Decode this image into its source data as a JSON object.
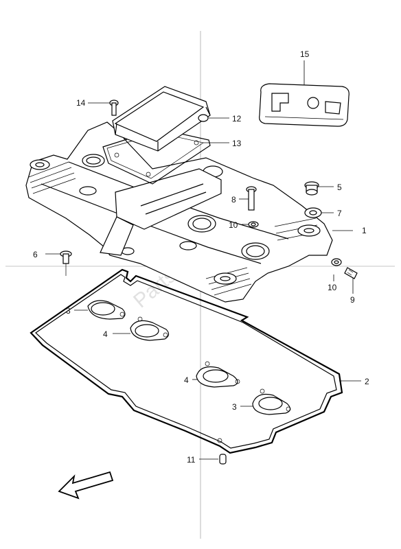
{
  "callouts": {
    "c1": "1",
    "c2": "2",
    "c3a": "3",
    "c3b": "3",
    "c4a": "4",
    "c4b": "4",
    "c5": "5",
    "c6": "6",
    "c7": "7",
    "c8": "8",
    "c9": "9",
    "c10a": "10",
    "c10b": "10",
    "c11": "11",
    "c12": "12",
    "c13": "13",
    "c14": "14",
    "c15": "15"
  },
  "watermark": "PartsRepublik",
  "icons": {
    "front_arrow": "front-direction-arrow-icon"
  }
}
